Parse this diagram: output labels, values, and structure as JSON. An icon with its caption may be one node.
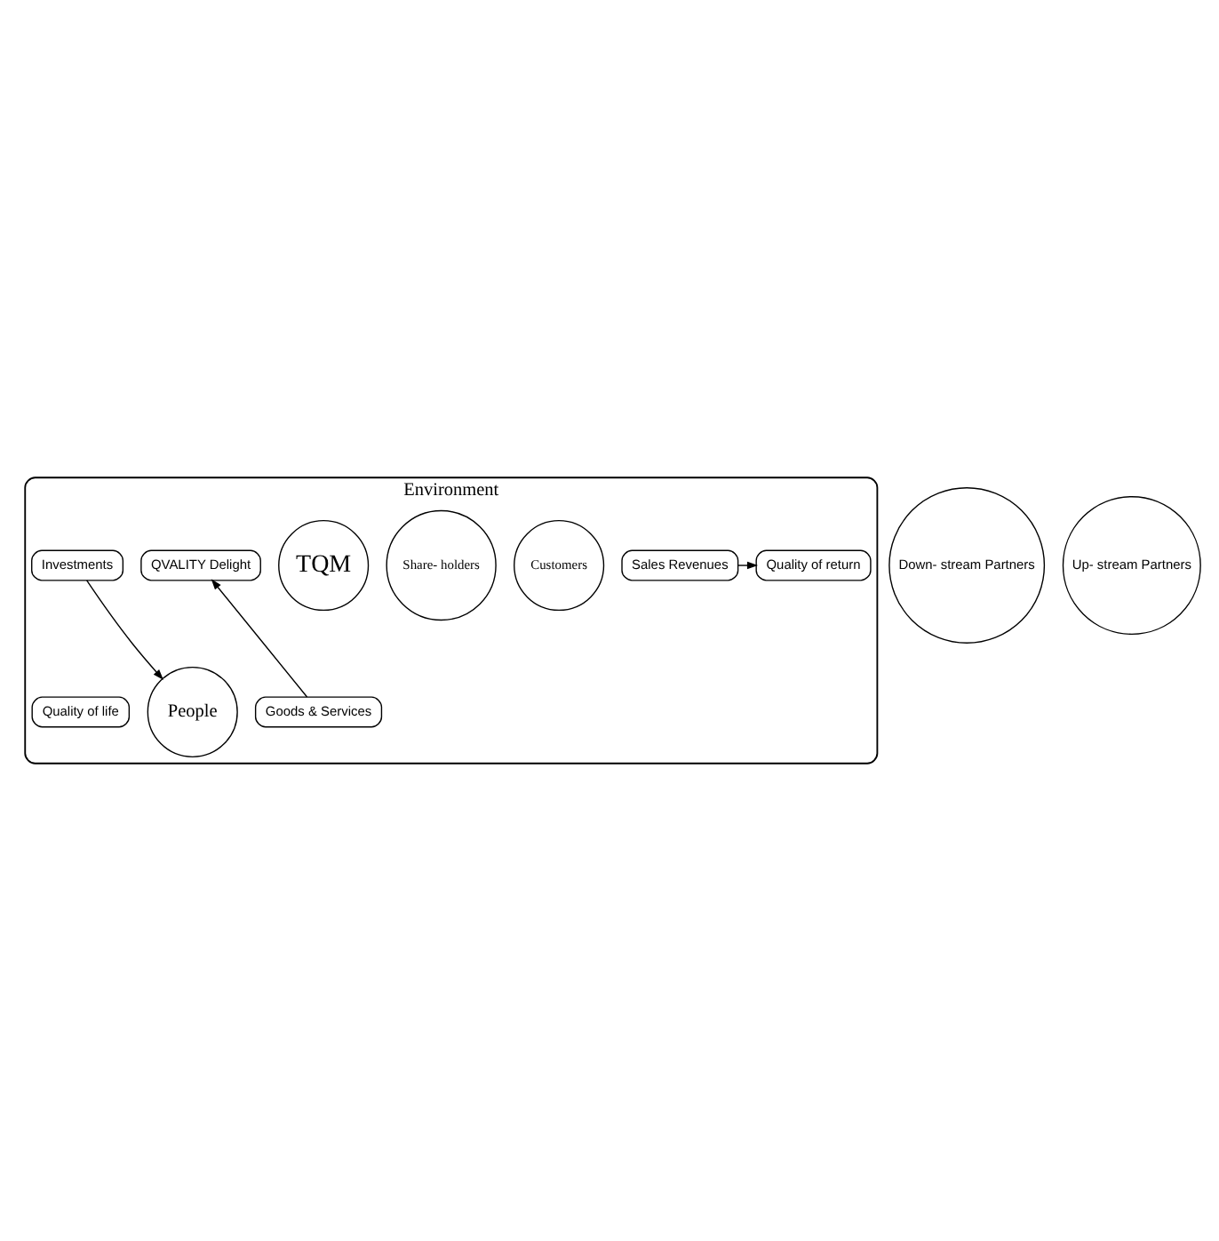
{
  "diagram": {
    "nodes": [
      {
        "text": [
          "Environment"
        ]
      },
      {
        "text": [
          "Sales Revenues"
        ],
        "in": 0
      },
      {
        "text": [
          "Quality of return"
        ],
        "in": 0
      },
      {
        "text": [
          "Customers"
        ],
        "in": 0
      },
      {
        "text": [
          "Share- holders"
        ],
        "in": 0
      },
      {
        "text": [
          "TQM"
        ],
        "in": 0
      },
      {
        "text": [
          "QVALITY Delight"
        ],
        "in": 0
      },
      {
        "text": [
          "Investments"
        ],
        "in": 0
      },
      {
        "text": [
          "People"
        ],
        "in": 0
      },
      {
        "text": [
          "Goods & Services"
        ],
        "in": 0
      },
      {
        "text": [
          "Quality of life"
        ],
        "in": 0
      },
      {
        "text": [
          "Down- stream Partners"
        ]
      },
      {
        "text": [
          "Up- stream Partners"
        ]
      }
    ],
    "edges": [
      {
        "from": 1,
        "to": 2,
        "arrow": "to"
      },
      {
        "from": 7,
        "to": 8,
        "arrow": "to"
      },
      {
        "from": 9,
        "to": 6,
        "arrow": "to"
      }
    ]
  }
}
